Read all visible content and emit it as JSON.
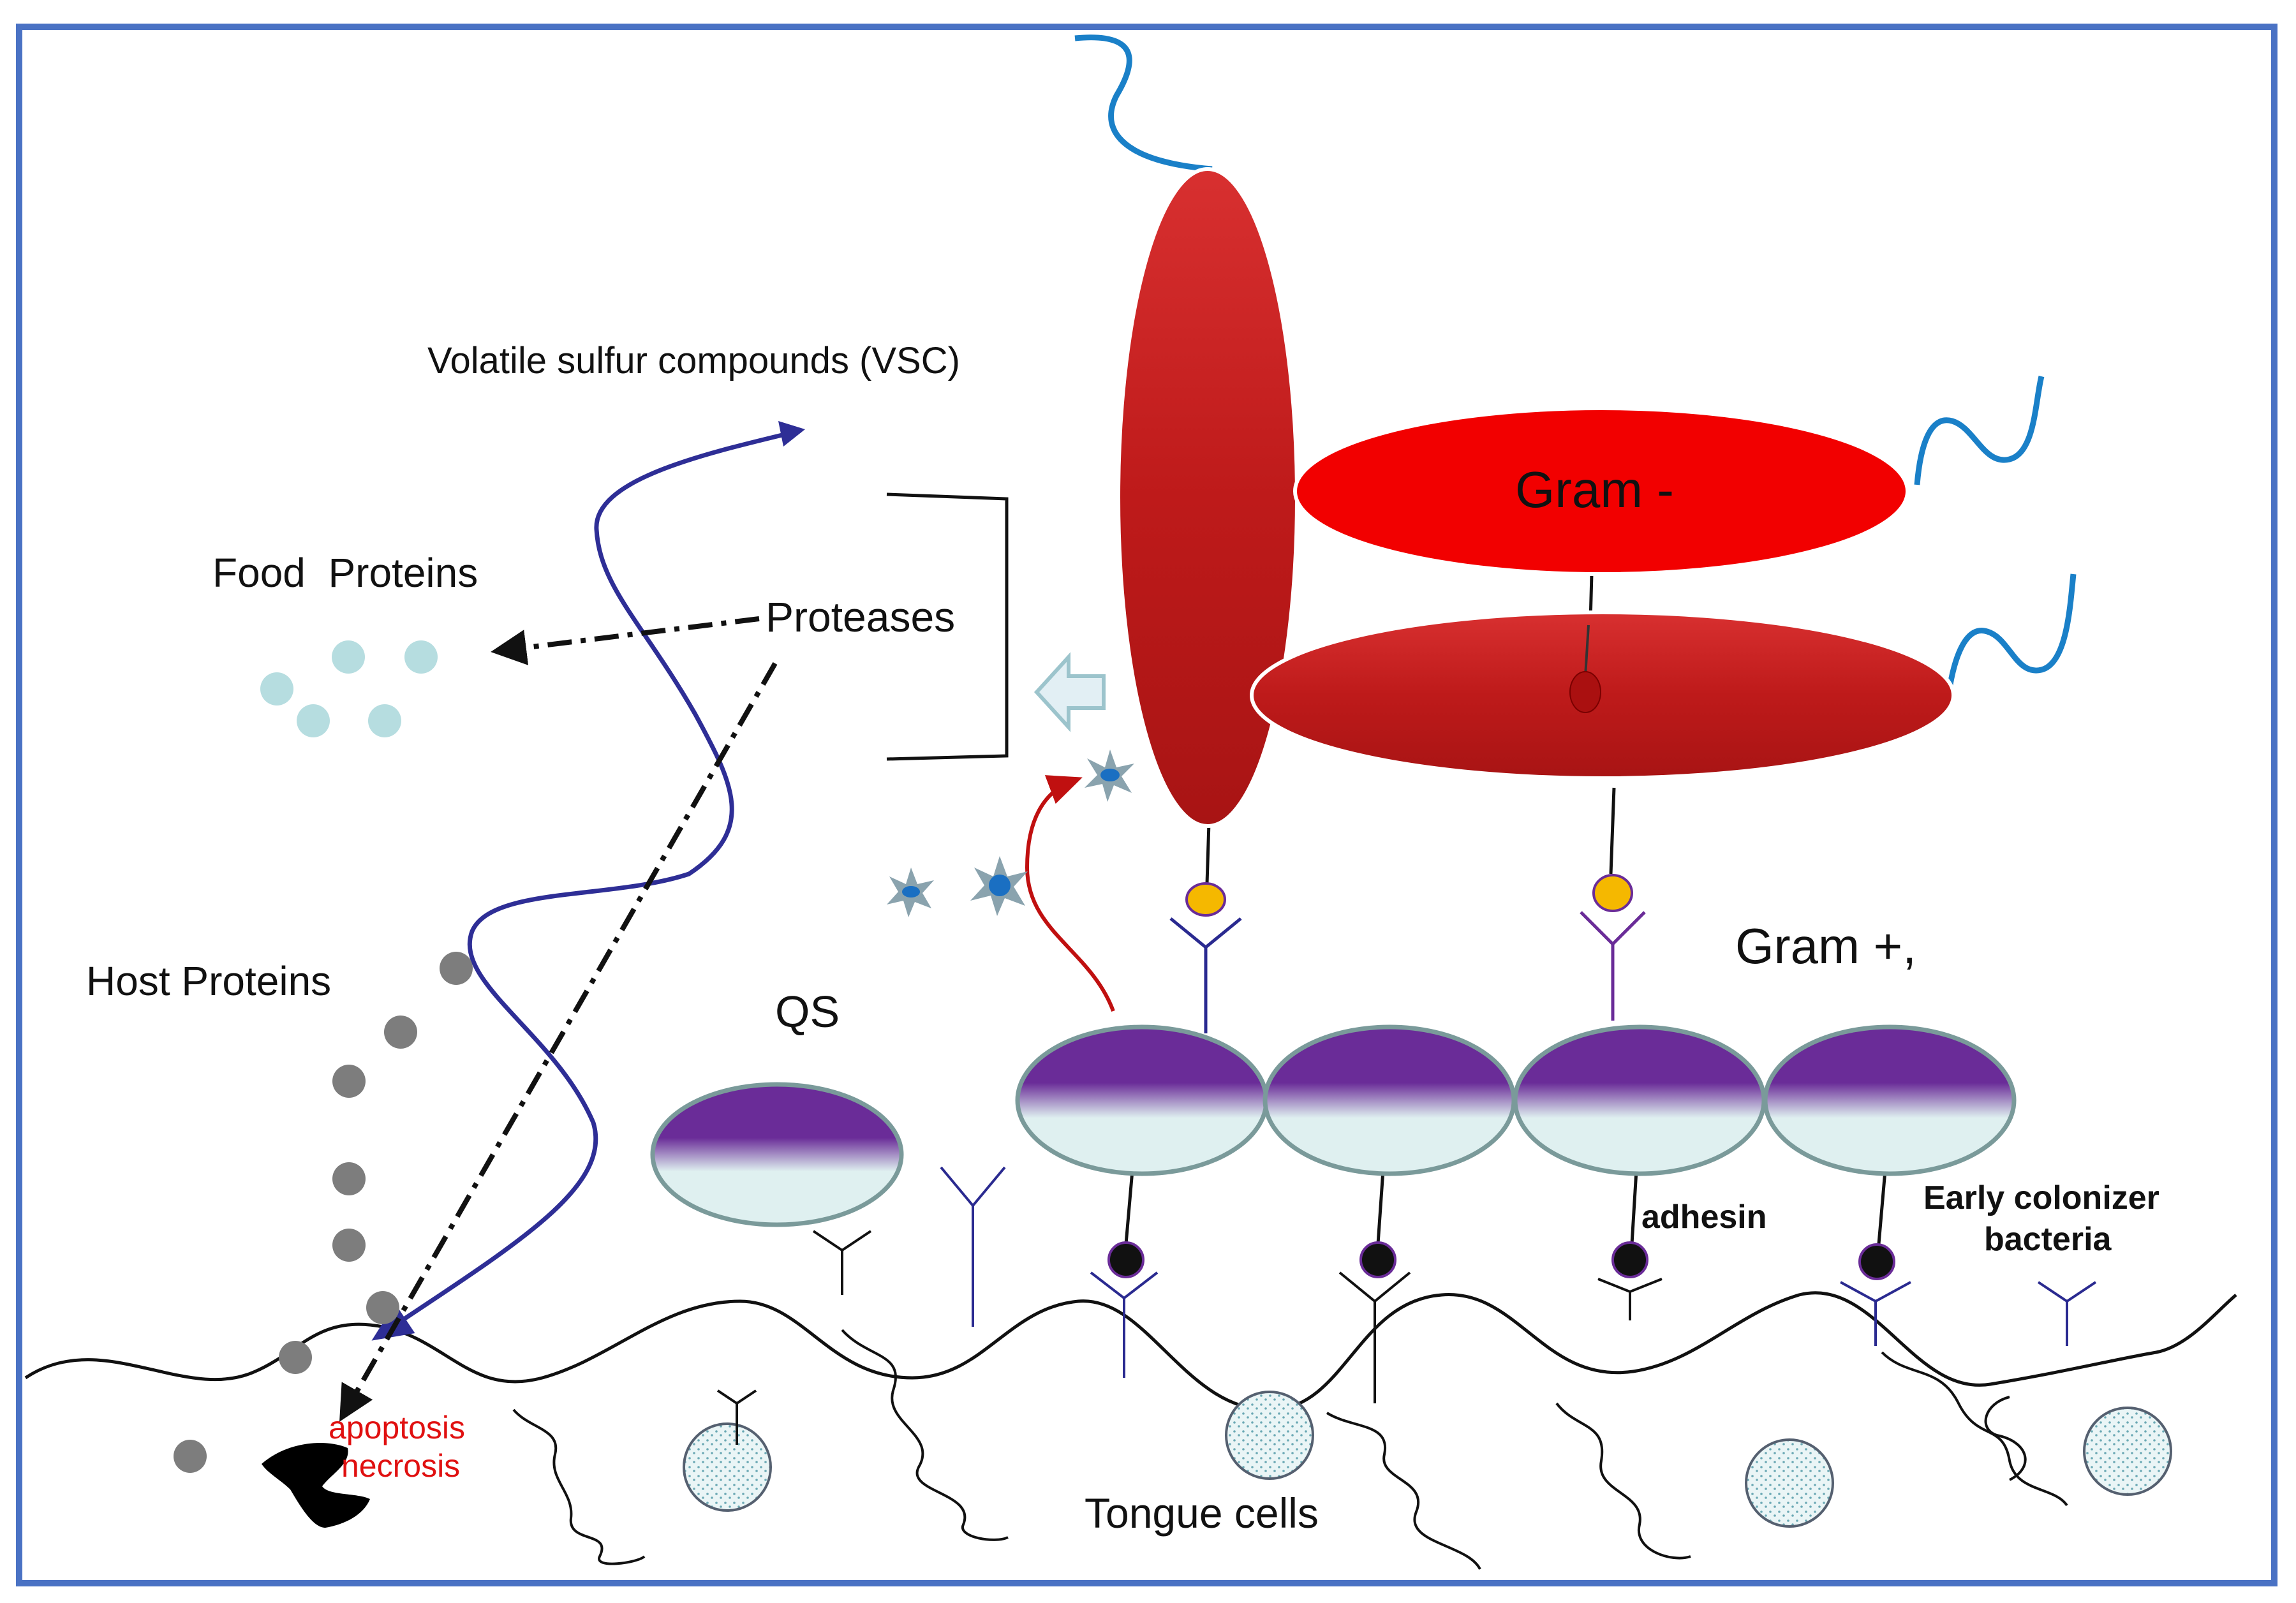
{
  "labels": {
    "vsc": "Volatile sulfur compounds (VSC)",
    "food_proteins": "Food  Proteins",
    "proteases": "Proteases",
    "host_proteins": "Host Proteins",
    "qs": "QS",
    "gram_neg": "Gram -",
    "gram_pos": "Gram +,",
    "adhesin": "adhesin",
    "early_colonizer_line1": "Early colonizer",
    "early_colonizer_line2": "bacteria",
    "apoptosis": "apoptosis",
    "necrosis": "necrosis",
    "tongue_cells": "Tongue cells"
  },
  "colors": {
    "frame": "#4a72c4",
    "gram_negative_dark": "#be1a1a",
    "gram_negative_bright": "#f20000",
    "gram_positive_top": "#6a2c98",
    "gram_positive_bottom": "#dff0f0",
    "flagellum": "#1a80c8",
    "vsc_curve": "#2e2e96",
    "qs_arrow": "#c01010",
    "food_protein_dot": "#b6dde0",
    "host_protein_dot": "#7d7d7d",
    "label_red": "#e01010"
  },
  "icons": {
    "signal_molecule": "star-icon",
    "hollow_arrow": "left-arrow-icon",
    "dead_cell": "necrotic-cell-icon"
  }
}
